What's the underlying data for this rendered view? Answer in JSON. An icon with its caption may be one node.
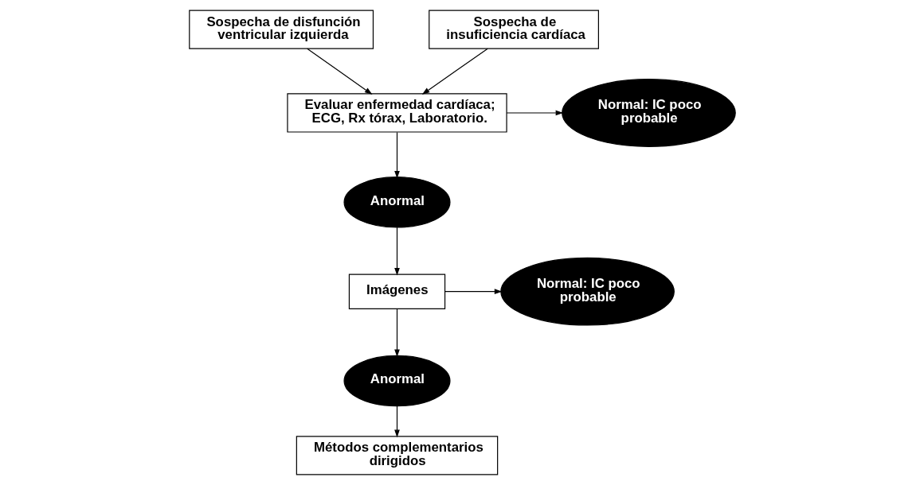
{
  "diagram": {
    "nodes": [
      {
        "text": [
          "Sospecha de disfunción ventricular izquierda"
        ]
      },
      {
        "text": [
          "Sospecha de insuficiencia cardíaca"
        ]
      },
      {
        "text": [
          "Evaluar enfermedad cardíaca; ECG, Rx tórax, Laboratorio."
        ]
      },
      {
        "text": [
          "Normal: IC poco probable"
        ]
      },
      {
        "text": [
          "Anormal"
        ]
      },
      {
        "text": [
          "Imágenes"
        ]
      },
      {
        "text": [
          "Normal: IC poco probable"
        ]
      },
      {
        "text": [
          "Anormal"
        ]
      },
      {
        "text": [
          "Métodos complementarios dirigidos"
        ]
      }
    ],
    "edges": [
      {
        "from": 0,
        "to": 2,
        "arrow": "to"
      },
      {
        "from": 1,
        "to": 2,
        "arrow": "to"
      },
      {
        "from": 2,
        "to": 3,
        "arrow": "to"
      },
      {
        "from": 2,
        "to": 4,
        "arrow": "to"
      },
      {
        "from": 4,
        "to": 5,
        "arrow": "to"
      },
      {
        "from": 5,
        "to": 6,
        "arrow": "to"
      },
      {
        "from": 5,
        "to": 7,
        "arrow": "to"
      },
      {
        "from": 7,
        "to": 8,
        "arrow": "to"
      }
    ]
  }
}
